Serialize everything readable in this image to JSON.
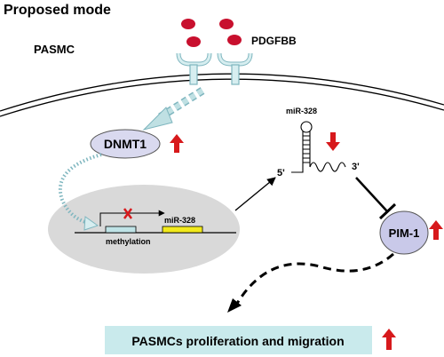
{
  "title": "Proposed mode",
  "cell_label": "PASMC",
  "ligand_label": "PDGFBB",
  "enzyme_label": "DNMT1",
  "methylation_label": "methylation",
  "gene_label": "miR-328",
  "mirna_label": "miR-328",
  "five_prime": "5'",
  "three_prime": "3'",
  "target_label": "PIM-1",
  "outcome_label": "PASMCs proliferation and migration",
  "colors": {
    "ligand": "#c8102e",
    "arrow_red": "#d7191c",
    "dnmt1_fill": "#d9d9ef",
    "pim1_fill": "#c9c9e9",
    "nucleus_fill": "#d9d9d9",
    "receptor_fill": "#d7eef0",
    "receptor_stroke": "#7fb6bf",
    "dashed_arrow": "#a9d4d8",
    "methylation_box": "#bfe3e6",
    "gene_box": "#f2ea1c",
    "outcome_fill": "#c9eaec",
    "blocked_x": "#d7191c"
  },
  "icons": [
    "up-arrow-icon",
    "down-arrow-icon",
    "cross-mark-icon",
    "inhibition-bar-icon"
  ]
}
